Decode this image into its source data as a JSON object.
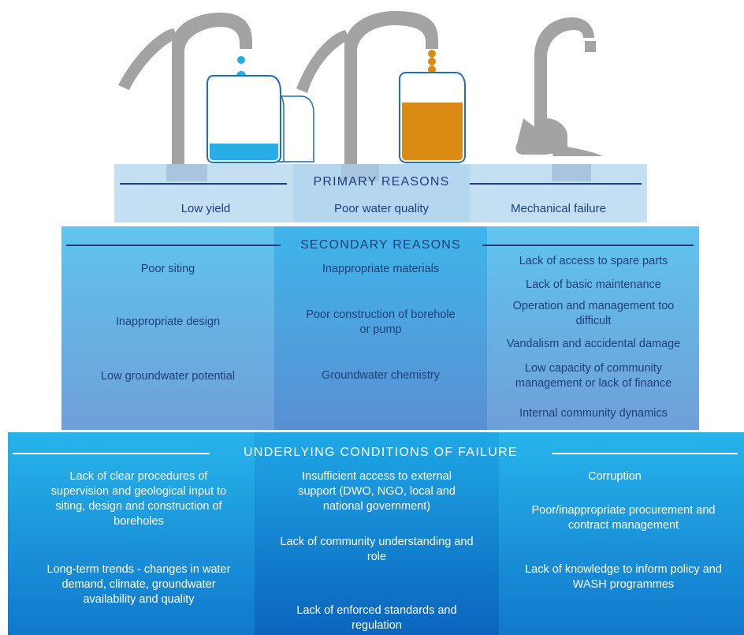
{
  "primary": {
    "title": "PRIMARY REASONS",
    "items": [
      "Low yield",
      "Poor water quality",
      "Mechanical failure"
    ]
  },
  "secondary": {
    "title": "SECONDARY REASONS",
    "col1": [
      "Poor siting",
      "Inappropriate design",
      "Low groundwater potential"
    ],
    "col2": [
      "Inappropriate materials",
      "Poor construction of borehole or pump",
      "Groundwater chemistry"
    ],
    "col3": [
      "Lack of access to spare parts",
      "Lack of basic maintenance",
      "Operation and management too difficult",
      "Vandalism and accidental damage",
      "Low capacity of community management or lack of finance",
      "Internal community dynamics"
    ]
  },
  "underlying": {
    "title": "UNDERLYING CONDITIONS OF FAILURE",
    "col1": [
      "Lack of clear procedures of supervision and geological input to siting, design and construction of boreholes",
      "Long-term trends - changes in water demand, climate, groundwater availability and quality"
    ],
    "col2": [
      "Insufficient access to external support (DWO, NGO, local and national government)",
      "Lack of community understanding and role",
      "Lack of enforced standards and regulation"
    ],
    "col3": [
      "Corruption",
      "Poor/inappropriate procurement and contract management",
      "Lack of knowledge to inform policy and WASH programmes"
    ]
  },
  "colors": {
    "text_dark": "#1f3f7a",
    "pump_gray": "#a3a3a3",
    "water_blue": "#27aee6",
    "dirty_water": "#d98b14"
  },
  "icons": [
    "pump-low-yield-icon",
    "pump-poor-quality-icon",
    "pump-broken-icon"
  ]
}
